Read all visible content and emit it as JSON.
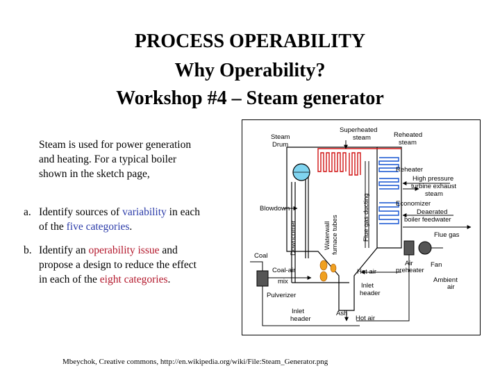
{
  "slide": {
    "title_line1": "PROCESS OPERABILITY",
    "title_line2": "Why Operability?",
    "title_line3": "Workshop #4 – Steam generator",
    "intro": "Steam is used for power generation and heating. For a typical boiler shown in the sketch page,",
    "question_a": {
      "label": "a.",
      "text_1": "Identify sources of ",
      "highlight_1": "variability",
      "text_2": " in each of the ",
      "highlight_2": "five categories",
      "text_3": "."
    },
    "question_b": {
      "label": "b.",
      "text_1": "Identify an ",
      "highlight_1": "operability issue",
      "text_2": " and propose a design to reduce the effect in each of the ",
      "highlight_2": "eight categories",
      "text_3": "."
    },
    "credit": "Mbeychok, Creative commons, http://en.wikipedia.org/wiki/File:Steam_Generator.png"
  },
  "diagram": {
    "labels": {
      "steam_drum": [
        "Steam",
        "Drum"
      ],
      "superheated": [
        "Superheated",
        "steam"
      ],
      "reheated": [
        "Reheated",
        "steam"
      ],
      "reheater": "Reheater",
      "hp_exhaust": [
        "High pressure",
        "turbine exhaust",
        "steam"
      ],
      "economizer": "Economizer",
      "deaerated": [
        "Deaerated",
        "boiler feedwater"
      ],
      "flue_gas": "Flue gas",
      "blowdown": "Blowdown",
      "downcomer": "Downcomer",
      "waterwall": [
        "Waterwall",
        "furnace tubes"
      ],
      "flue_ducting": "Flue gas ducting",
      "coal": "Coal",
      "coal_air_mix": [
        "Coal-air",
        "mix"
      ],
      "pulverizer": "Pulverizer",
      "hot_air": "Hot air",
      "air_preheater": [
        "Air",
        "preheater"
      ],
      "fan": "Fan",
      "ambient_air": [
        "Ambient",
        "air"
      ],
      "inlet_header_right": [
        "Inlet",
        "header"
      ],
      "inlet_header_bottom": [
        "Inlet",
        "header"
      ],
      "ash": "Ash",
      "hot_air_bottom": "Hot air"
    }
  }
}
